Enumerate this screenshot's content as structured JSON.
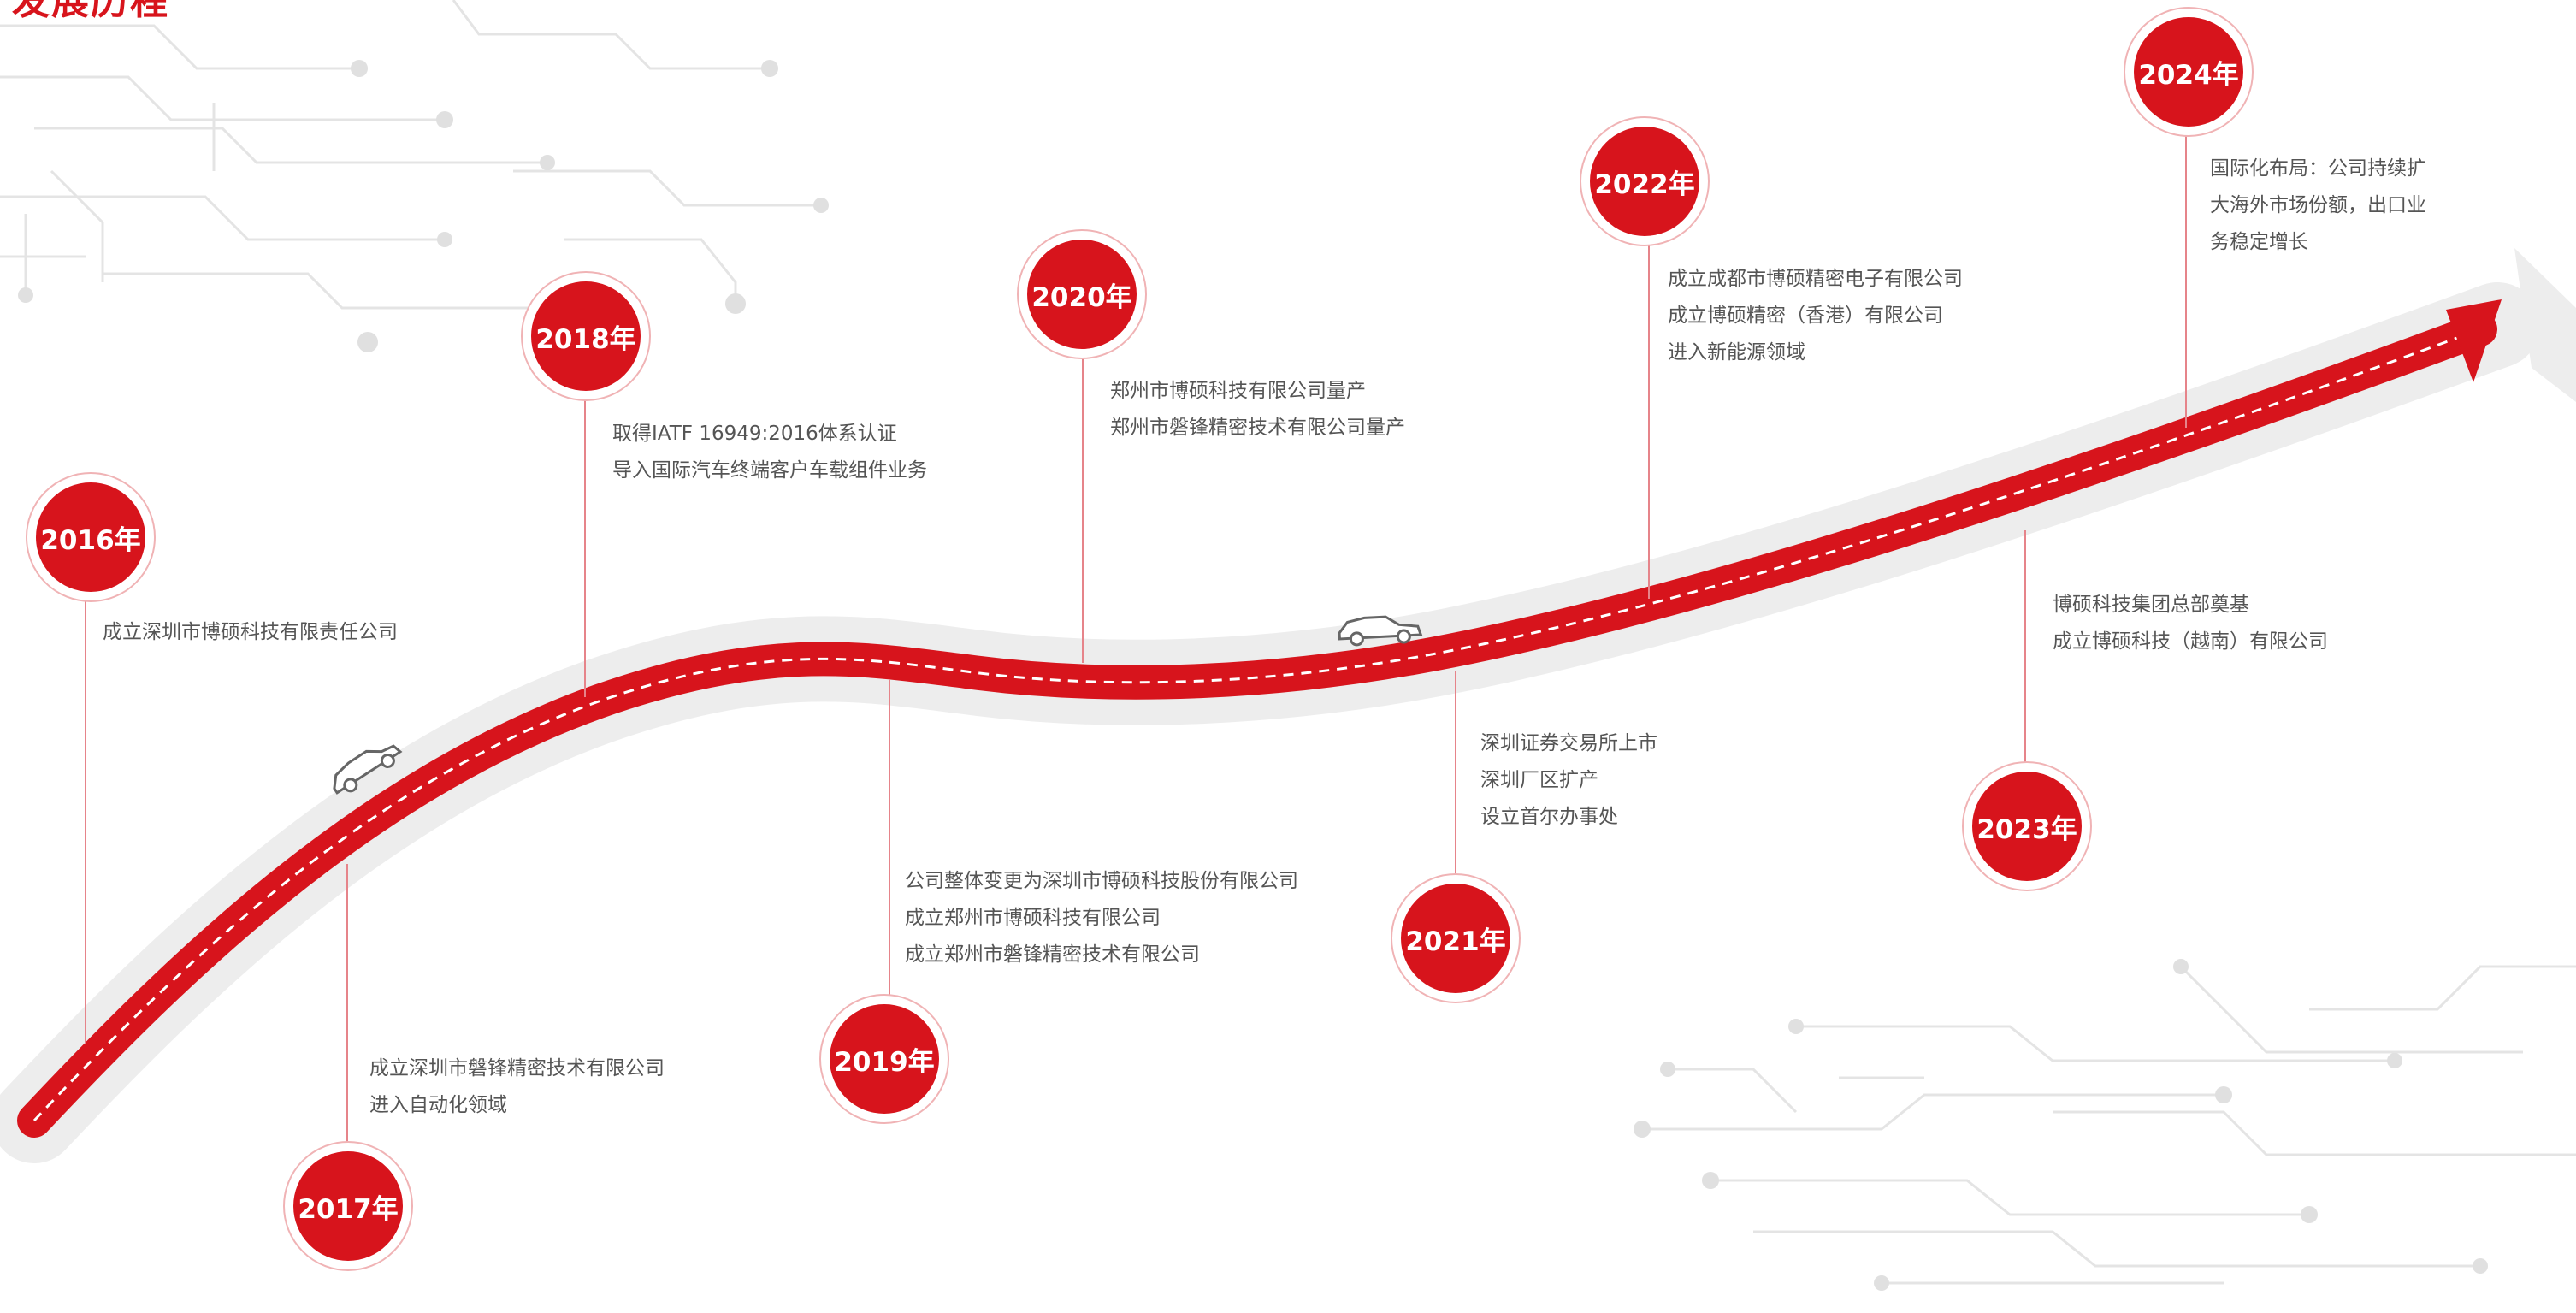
{
  "title": "发展历程",
  "colors": {
    "accent": "#d7141c",
    "badge_ring": "#f0b3b5",
    "connector": "#e6848a",
    "road_shadow": "#ededed",
    "text": "#555555",
    "circuit": "#e4e4e4"
  },
  "milestones": [
    {
      "year": "2016年",
      "lines": [
        "成立深圳市博硕科技有限责任公司"
      ]
    },
    {
      "year": "2017年",
      "lines": [
        "成立深圳市磐锋精密技术有限公司",
        "进入自动化领域"
      ]
    },
    {
      "year": "2018年",
      "lines": [
        "取得IATF 16949:2016体系认证",
        "导入国际汽车终端客户车载组件业务"
      ]
    },
    {
      "year": "2019年",
      "lines": [
        "公司整体变更为深圳市博硕科技股份有限公司",
        "成立郑州市博硕科技有限公司",
        "成立郑州市磐锋精密技术有限公司"
      ]
    },
    {
      "year": "2020年",
      "lines": [
        "郑州市博硕科技有限公司量产",
        "郑州市磐锋精密技术有限公司量产"
      ]
    },
    {
      "year": "2021年",
      "lines": [
        "深圳证券交易所上市",
        "深圳厂区扩产",
        "设立首尔办事处"
      ]
    },
    {
      "year": "2022年",
      "lines": [
        "成立成都市博硕精密电子有限公司",
        "成立博硕精密（香港）有限公司",
        "进入新能源领域"
      ]
    },
    {
      "year": "2023年",
      "lines": [
        "博硕科技集团总部奠基",
        "成立博硕科技（越南）有限公司"
      ]
    },
    {
      "year": "2024年",
      "lines": [
        "国际化布局：公司持续扩",
        "大海外市场份额，出口业",
        "务稳定增长"
      ]
    }
  ]
}
